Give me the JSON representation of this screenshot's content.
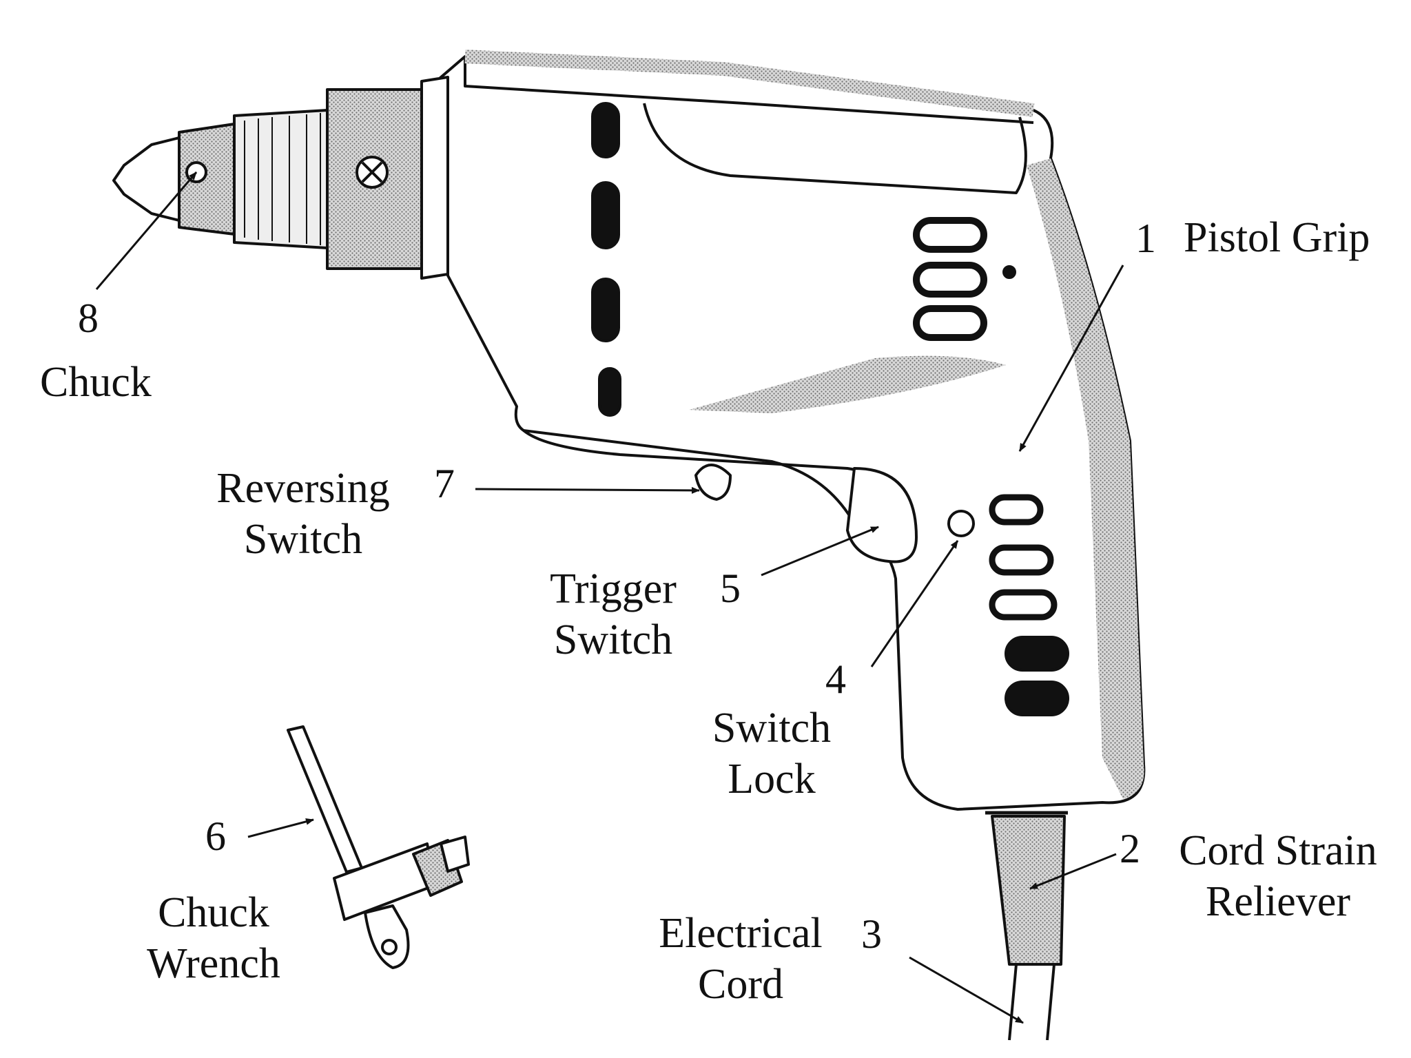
{
  "parts": [
    {
      "number": "1",
      "name": "Pistol Grip"
    },
    {
      "number": "2",
      "name_lines": [
        "Cord Strain",
        "Reliever"
      ]
    },
    {
      "number": "3",
      "name_lines": [
        "Electrical",
        "Cord"
      ]
    },
    {
      "number": "4",
      "name_lines": [
        "Switch",
        "Lock"
      ]
    },
    {
      "number": "5",
      "name_lines": [
        "Trigger",
        "Switch"
      ]
    },
    {
      "number": "6",
      "name_lines": [
        "Chuck",
        "Wrench"
      ]
    },
    {
      "number": "7",
      "name_lines": [
        "Reversing",
        "Switch"
      ]
    },
    {
      "number": "8",
      "name": "Chuck"
    }
  ],
  "colors": {
    "ink": "#111111",
    "hatch": "#9a9a9a",
    "paper": "#ffffff"
  }
}
